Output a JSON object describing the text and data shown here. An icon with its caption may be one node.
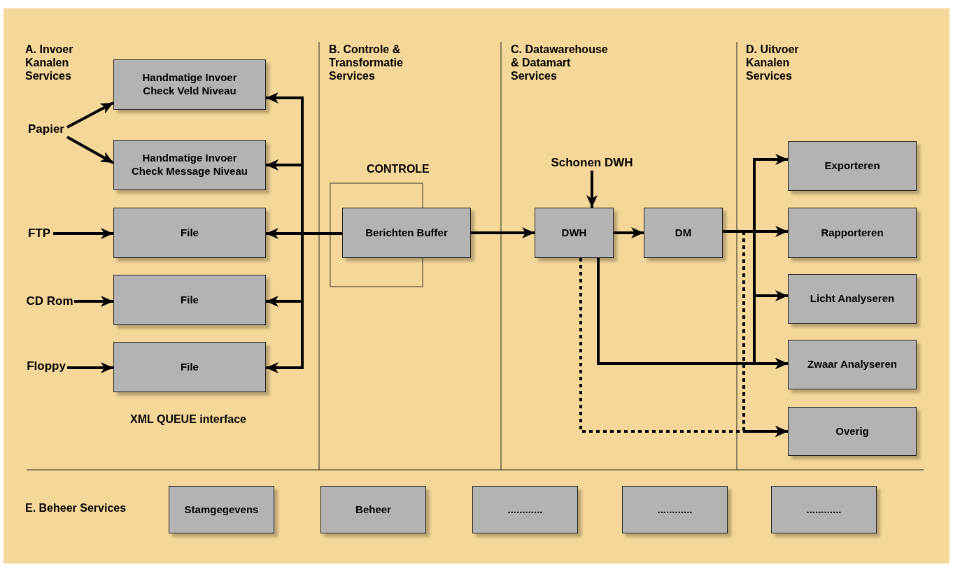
{
  "diagram": {
    "nodes": [
      {
        "text": [
          "Handmatige Invoer Check Veld Niveau"
        ]
      },
      {
        "text": [
          "Handmatige Invoer Check Message Niveau"
        ]
      },
      {
        "text": [
          "File"
        ]
      },
      {
        "text": [
          "File"
        ]
      },
      {
        "text": [
          "File"
        ]
      },
      {
        "text": [
          "Papier"
        ]
      },
      {
        "text": [
          "FTP"
        ]
      },
      {
        "text": [
          "CD Rom"
        ]
      },
      {
        "text": [
          "Floppy"
        ]
      },
      {
        "text": [
          "Berichten Buffer"
        ]
      },
      {
        "text": [
          "Schonen DWH"
        ]
      },
      {
        "text": [
          "DWH"
        ]
      },
      {
        "text": [
          "DM"
        ]
      },
      {
        "text": [
          "Exporteren"
        ]
      },
      {
        "text": [
          "Rapporteren"
        ]
      },
      {
        "text": [
          "Licht Analyseren"
        ]
      },
      {
        "text": [
          "Zwaar Analyseren"
        ]
      },
      {
        "text": [
          "Overig"
        ]
      },
      {
        "text": [
          "Stamgegevens"
        ]
      },
      {
        "text": [
          "Beheer"
        ]
      },
      {
        "text": [
          "............"
        ]
      },
      {
        "text": [
          "............"
        ]
      },
      {
        "text": [
          "............"
        ]
      }
    ],
    "edges": [
      {
        "from": 5,
        "to": 0,
        "arrow": "to"
      },
      {
        "from": 5,
        "to": 1,
        "arrow": "to"
      },
      {
        "from": 6,
        "to": 2,
        "arrow": "to"
      },
      {
        "from": 7,
        "to": 3,
        "arrow": "to"
      },
      {
        "from": 8,
        "to": 4,
        "arrow": "to"
      },
      {
        "from": 9,
        "to": 0,
        "arrow": "to"
      },
      {
        "from": 9,
        "to": 1,
        "arrow": "to"
      },
      {
        "from": 9,
        "to": 2,
        "arrow": "to"
      },
      {
        "from": 9,
        "to": 3,
        "arrow": "to"
      },
      {
        "from": 9,
        "to": 4,
        "arrow": "to"
      },
      {
        "from": 9,
        "to": 11,
        "arrow": "to"
      },
      {
        "from": 10,
        "to": 11,
        "arrow": "to"
      },
      {
        "from": 11,
        "to": 12,
        "arrow": "to"
      },
      {
        "from": 12,
        "to": 13,
        "arrow": "to"
      },
      {
        "from": 12,
        "to": 14,
        "arrow": "to"
      },
      {
        "from": 12,
        "to": 15,
        "arrow": "to"
      },
      {
        "from": 12,
        "to": 16,
        "arrow": "to"
      },
      {
        "from": 11,
        "to": 16,
        "arrow": "to"
      },
      {
        "from": 11,
        "to": 17,
        "arrow": "to",
        "style": "dashed"
      },
      {
        "from": 12,
        "to": 17,
        "arrow": "to",
        "style": "dashed"
      }
    ],
    "labels": [
      "A. Invoer Kanalen Services",
      "B. Controle & Transformatie Services",
      "C. Datawarehouse & Datamart Services",
      "D. Uitvoer Kanalen Services",
      "CONTROLE",
      "XML QUEUE interface",
      "E. Beheer Services"
    ]
  }
}
